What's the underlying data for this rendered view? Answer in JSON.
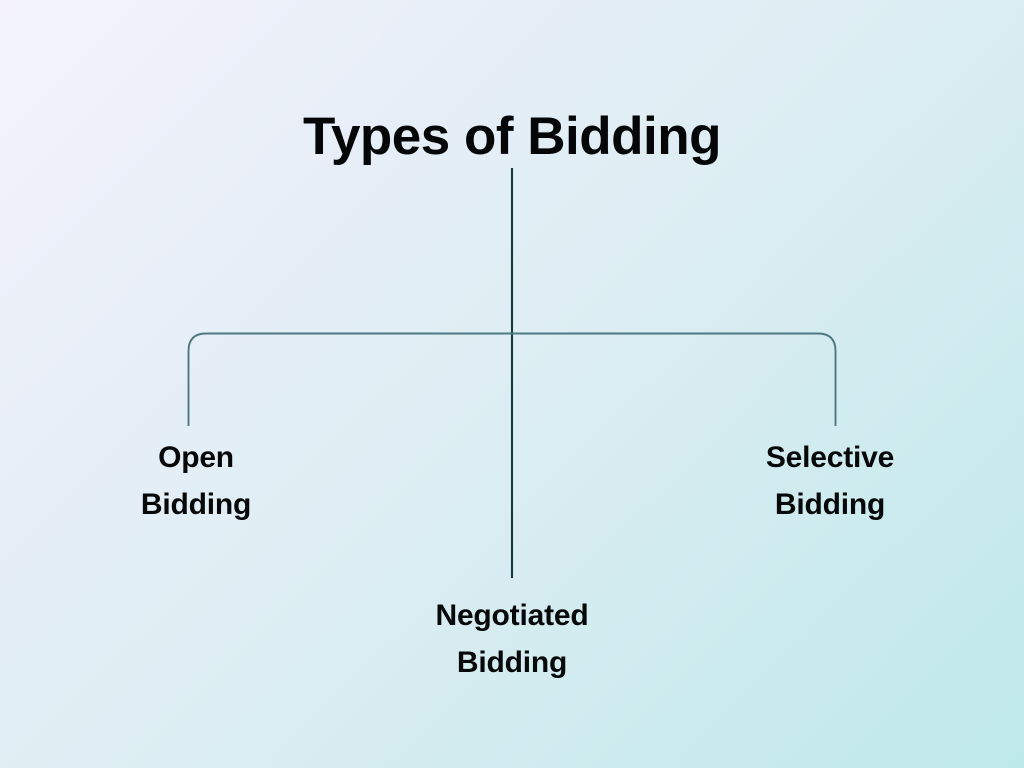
{
  "slide": {
    "title": "Types of Bidding",
    "background": {
      "from_color": "#f4f3fc",
      "to_color": "#bee9ea",
      "direction": "diagonal-top-left-to-bottom-right"
    }
  },
  "diagram": {
    "type": "tree",
    "line_color": "#14393f",
    "root_label": "Types of Bidding",
    "branches": [
      {
        "id": "open",
        "line1": "Open",
        "line2": "Bidding",
        "full_label": "Open Bidding",
        "position": "left"
      },
      {
        "id": "negotiated",
        "line1": "Negotiated",
        "line2": "Bidding",
        "full_label": "Negotiated Bidding",
        "position": "center"
      },
      {
        "id": "selective",
        "line1": "Selective",
        "line2": "Bidding",
        "full_label": "Selective Bidding",
        "position": "right"
      }
    ]
  }
}
